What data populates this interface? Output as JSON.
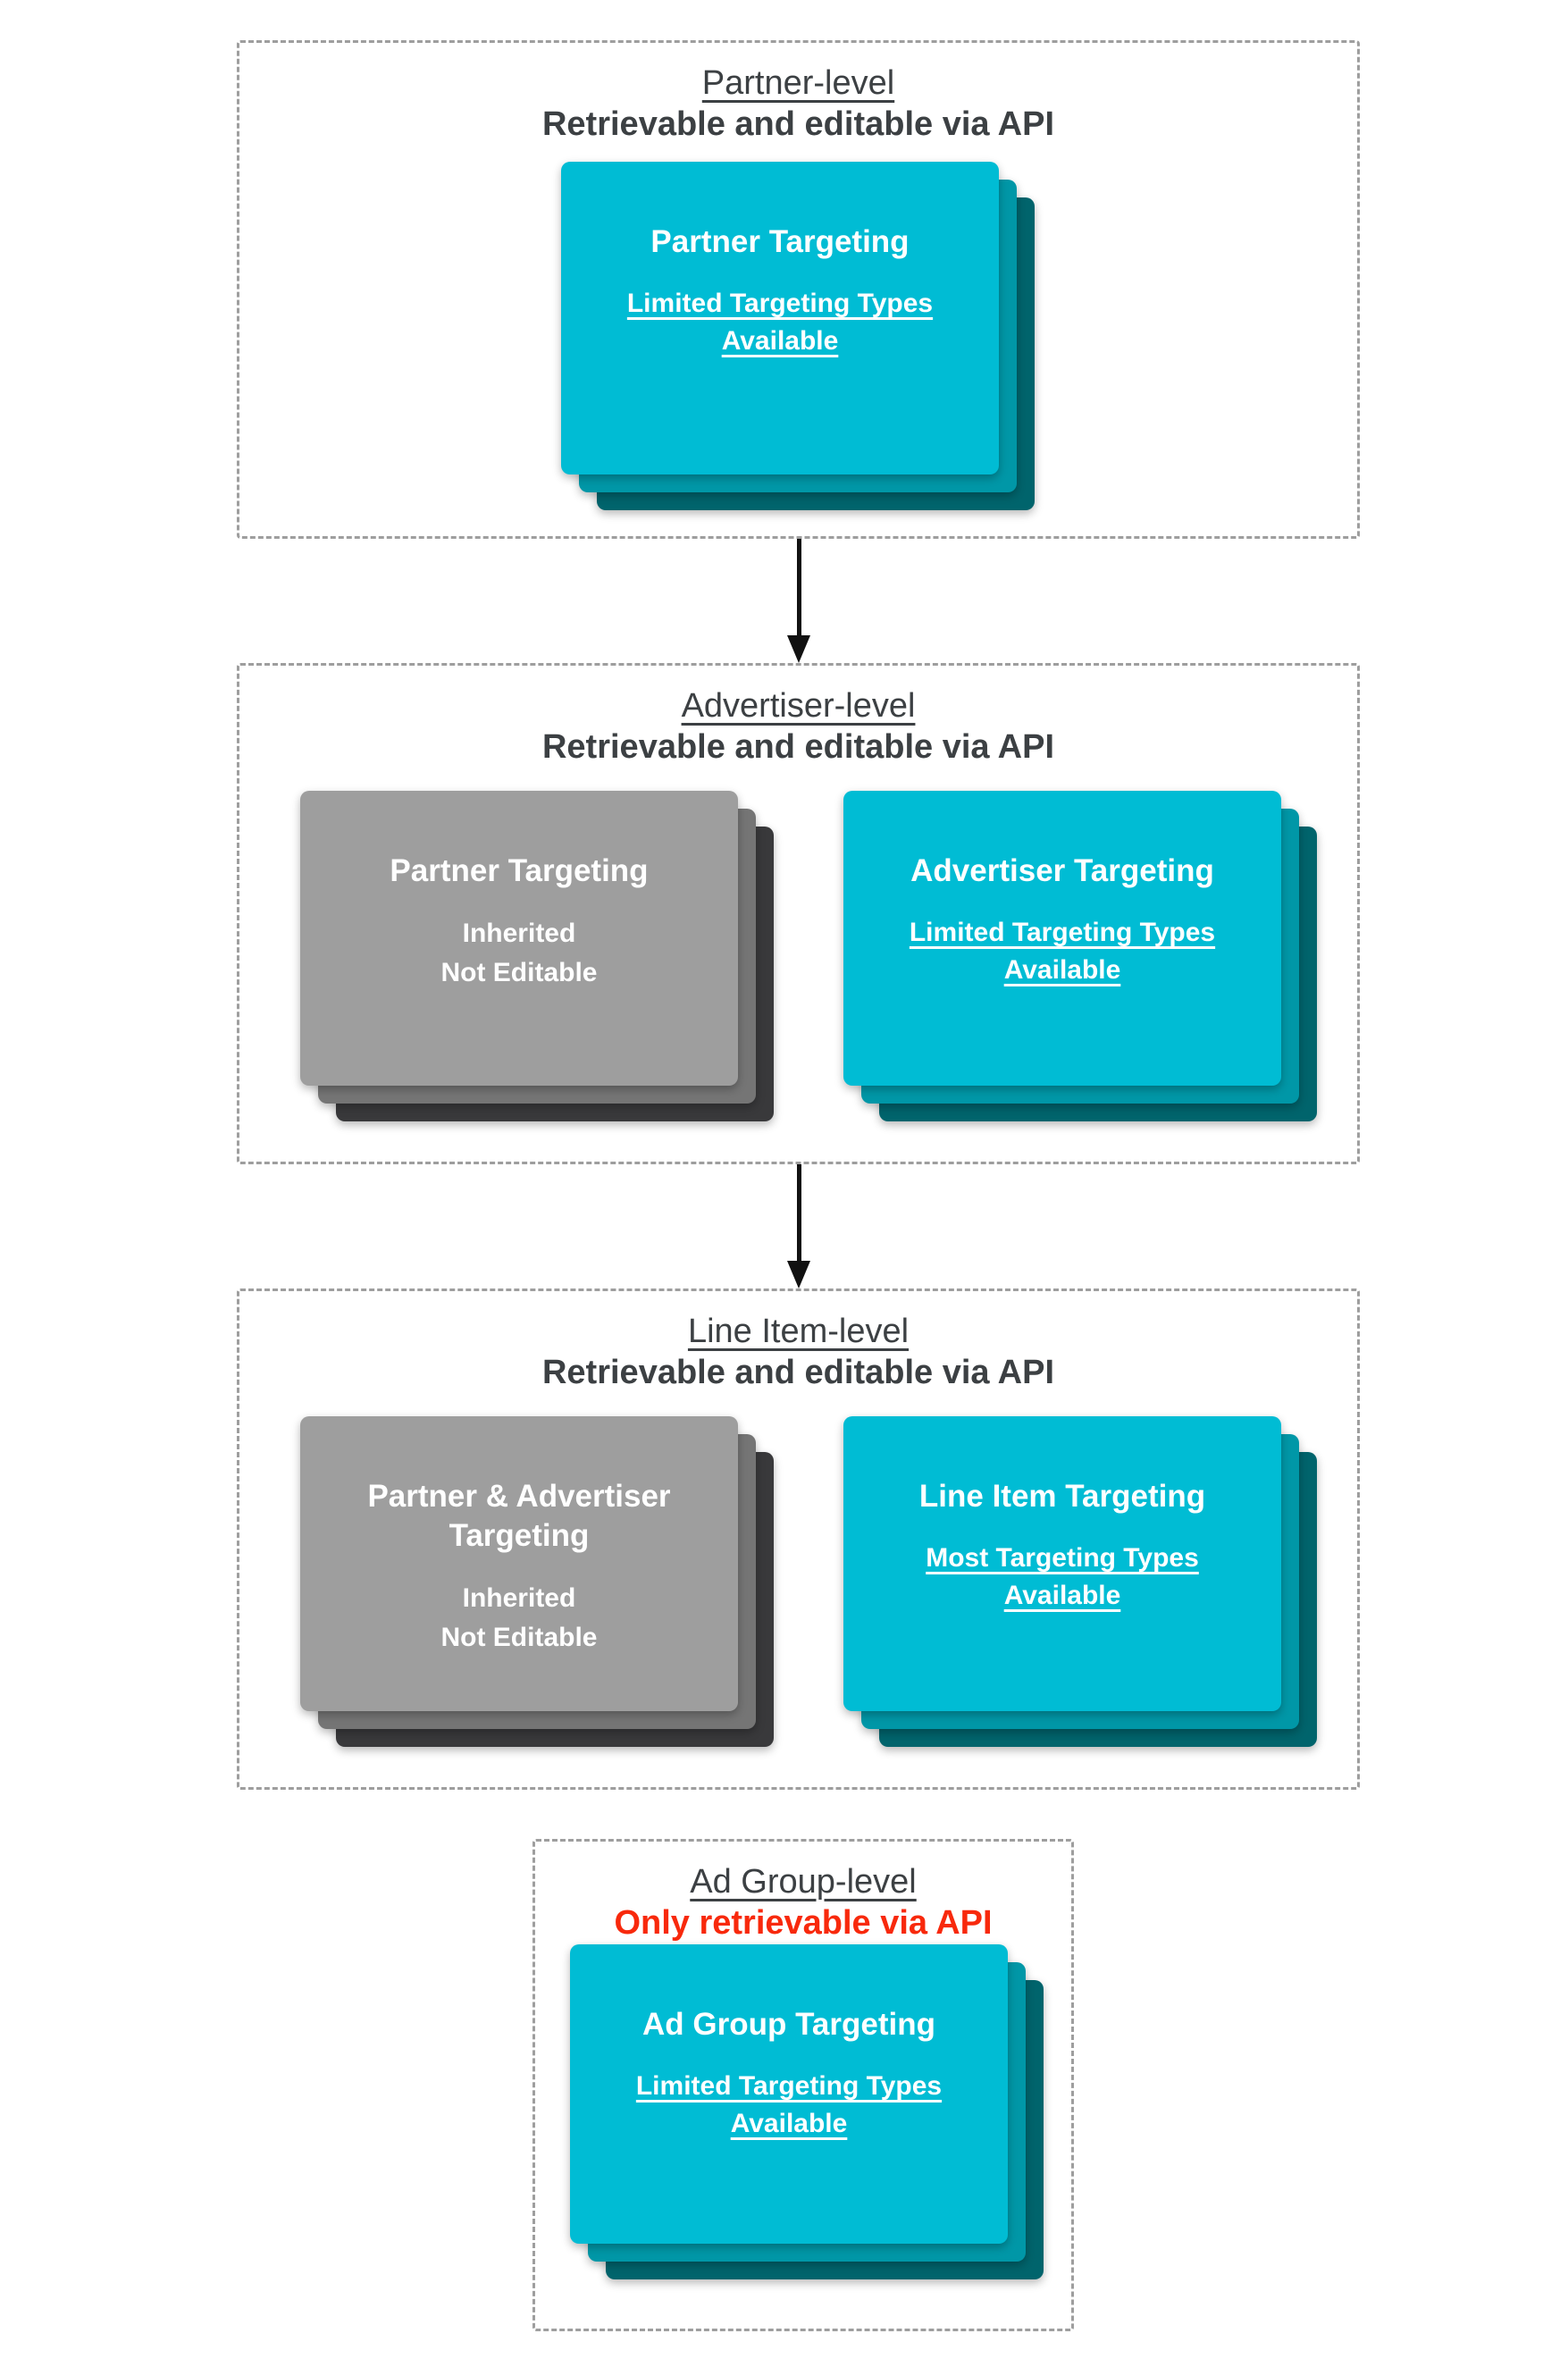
{
  "colors": {
    "teal_card": "#00bcd4",
    "teal_layer_mid": "#0097a7",
    "teal_layer_dark": "#00646c",
    "gray_card": "#9e9e9e",
    "gray_layer_mid": "#757575",
    "gray_layer_dark": "#39393b",
    "section_border": "#9e9e9e",
    "heading_text": "#3c4043",
    "red_subtitle_text": "#f8290c",
    "card_text": "#ffffff",
    "arrow": "#111111"
  },
  "sections": [
    {
      "title": "Partner-level",
      "subtitle": "Retrievable and editable via API",
      "cards": [
        {
          "title": "Partner Targeting",
          "subtitle": "Limited Targeting Types Available"
        }
      ]
    },
    {
      "title": "Advertiser-level",
      "subtitle": "Retrievable and editable via API",
      "cards": [
        {
          "title": "Partner Targeting",
          "line1": "Inherited",
          "line2": "Not Editable"
        },
        {
          "title": "Advertiser Targeting",
          "subtitle": "Limited Targeting Types Available"
        }
      ]
    },
    {
      "title": "Line Item-level",
      "subtitle": "Retrievable and editable via API",
      "cards": [
        {
          "title": "Partner & Advertiser Targeting",
          "line1": "Inherited",
          "line2": "Not Editable"
        },
        {
          "title": "Line Item Targeting",
          "subtitle": "Most Targeting Types Available"
        }
      ]
    },
    {
      "title": "Ad Group-level",
      "subtitle": "Only retrievable via API",
      "cards": [
        {
          "title": "Ad Group Targeting",
          "subtitle": "Limited Targeting Types Available"
        }
      ]
    }
  ]
}
